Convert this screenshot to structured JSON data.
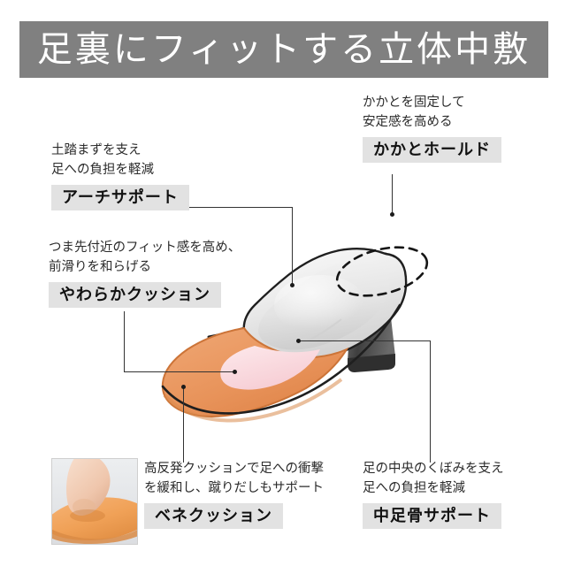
{
  "header": {
    "title": "足裏にフィットする立体中敷",
    "banner_color": "#808080",
    "title_color": "#ffffff"
  },
  "callouts": [
    {
      "key": "arch_support",
      "description": "土踏まずを支え\n足への負担を軽減",
      "label": "アーチサポート"
    },
    {
      "key": "soft_cushion",
      "description": "つま先付近のフィット感を高め、\n前滑りを和らげる",
      "label": "やわらかクッション"
    },
    {
      "key": "heel_hold",
      "description": "かかとを固定して\n安定感を高める",
      "label": "かかとホールド"
    },
    {
      "key": "bene_cushion",
      "description": "高反発クッションで足への衝撃\nを緩和し、蹴りだしもサポート",
      "label": "ベネクッション"
    },
    {
      "key": "metatarsal_support",
      "description": "足の中央のくぼみを支え\n足への負担を軽減",
      "label": "中足骨サポート"
    }
  ],
  "illustration": {
    "alt": "立体中敷を備えたサンダルの断面イラスト",
    "colors": {
      "insole_body": "#e9e9e9",
      "insole_shadow": "#c9c9c9",
      "forefoot_orange": "#e8935a",
      "cushion_pink": "#f8d9dd",
      "heel_dark": "#4a4a4a",
      "outline": "#1f1f1f"
    },
    "highlight_shape": "dashed-ellipse-heel-cup"
  },
  "inset_photo": {
    "alt": "指でオレンジ色のクッションを押している写真",
    "colors": {
      "cushion": "#f0a157",
      "finger": "#f3cdb6",
      "background": "#e9eaec"
    }
  },
  "label_chip": {
    "background": "#e2e2e2",
    "text_color": "#111111"
  }
}
